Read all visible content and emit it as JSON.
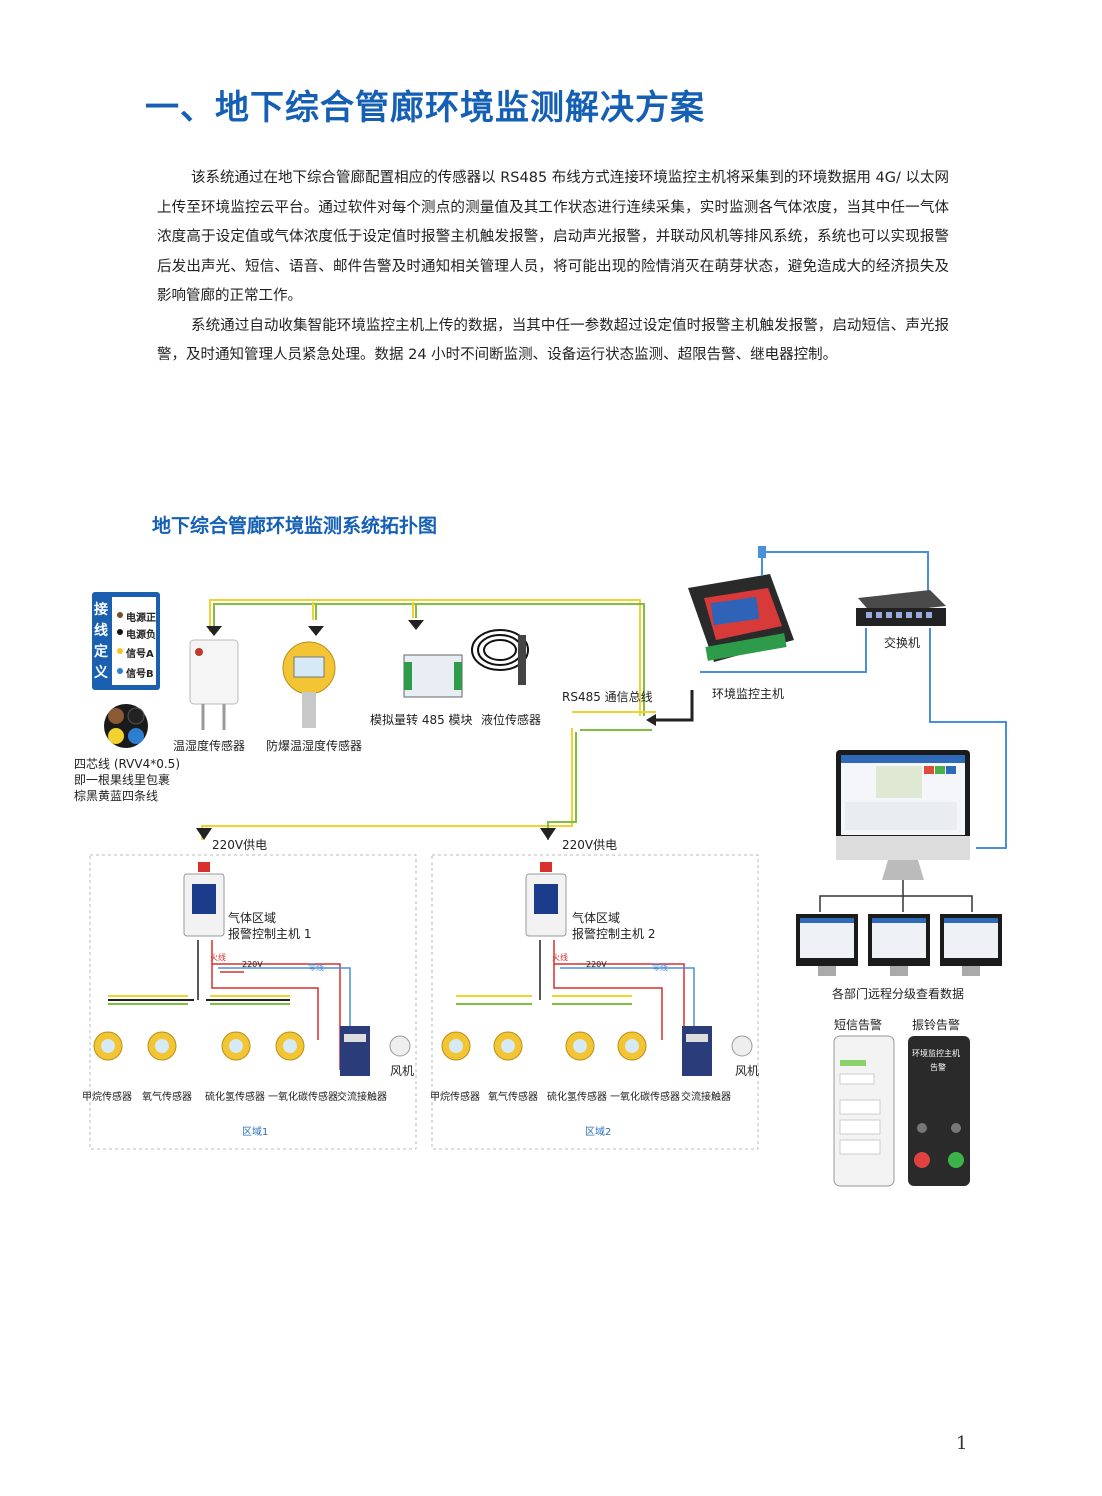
{
  "heading": "一、地下综合管廊环境监测解决方案",
  "paragraphs": [
    "该系统通过在地下综合管廊配置相应的传感器以 RS485 布线方式连接环境监控主机将采集到的环境数据用 4G/ 以太网上传至环境监控云平台。通过软件对每个测点的测量值及其工作状态进行连续采集，实时监测各气体浓度，当其中任一气体浓度高于设定值或气体浓度低于设定值时报警主机触发报警，启动声光报警，并联动风机等排风系统，系统也可以实现报警后发出声光、短信、语音、邮件告警及时通知相关管理人员，将可能出现的险情消灭在萌芽状态，避免造成大的经济损失及影响管廊的正常工作。",
    "系统通过自动收集智能环境监控主机上传的数据，当其中任一参数超过设定值时报警主机触发报警，启动短信、声光报警，及时通知管理人员紧急处理。数据 24 小时不间断监测、设备运行状态监测、超限告警、继电器控制。"
  ],
  "diagram": {
    "title": "地下综合管廊环境监测系统拓扑图",
    "wiring_legend": {
      "title_chars": [
        "接",
        "线",
        "定",
        "义"
      ],
      "items": [
        "电源正",
        "电源负",
        "信号A",
        "信号B"
      ]
    },
    "cable_note": [
      "四芯线 (RVV4*0.5)",
      "即一根果线里包裹",
      "棕黑黄蓝四条线"
    ],
    "top_sensors": [
      "温湿度传感器",
      "防爆温湿度传感器",
      "模拟量转 485 模块",
      "液位传感器"
    ],
    "bus_label": "RS485 通信总线",
    "host_label": "环境监控主机",
    "switch_label": "交换机",
    "power_labels": [
      "220V供电",
      "220V供电"
    ],
    "zones": [
      {
        "controller": [
          "气体区域",
          "报警控制主机 1"
        ],
        "sensors": [
          "甲烷传感器",
          "氧气传感器",
          "硫化氢传感器",
          "一氧化碳传感器"
        ],
        "contactor": "交流接触器",
        "fan": "风机",
        "zone_name": "区域1"
      },
      {
        "controller": [
          "气体区域",
          "报警控制主机 2"
        ],
        "sensors": [
          "甲烷传感器",
          "氧气传感器",
          "硫化氢传感器",
          "一氧化碳传感器"
        ],
        "contactor": "交流接触器",
        "fan": "风机",
        "zone_name": "区域2"
      }
    ],
    "wire_labels": {
      "live": "火线",
      "neutral": "零线",
      "v220": "220V"
    },
    "remote_label": "各部门远程分级查看数据",
    "sms_label": "短信告警",
    "ring_label": "振铃告警",
    "phone_call_title": "环境监控主机",
    "phone_call_sub": "告警"
  },
  "page_number": "1",
  "colors": {
    "heading": "#1560b5",
    "bus_green": "#7fbf3f",
    "bus_yellow": "#f2d22e",
    "eth_blue": "#4a90d9"
  }
}
